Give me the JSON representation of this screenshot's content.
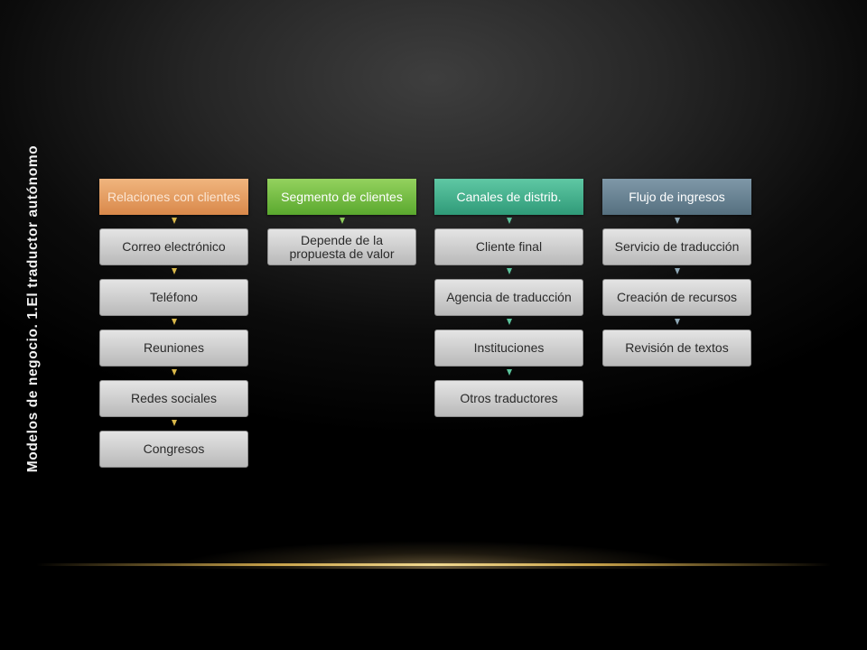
{
  "slide": {
    "title": "Modelos de negocio. 1.El traductor autónomo"
  },
  "columns": [
    {
      "header": "Relaciones con clientes",
      "color": "#e0925a",
      "items": [
        "Correo electrónico",
        "Teléfono",
        "Reuniones",
        "Redes sociales",
        "Congresos"
      ]
    },
    {
      "header": "Segmento de clientes",
      "color": "#6cb83a",
      "items": [
        "Depende de la propuesta de valor"
      ]
    },
    {
      "header": "Canales de distrib.",
      "color": "#3aa884",
      "items": [
        "Cliente final",
        "Agencia de traducción",
        "Instituciones",
        "Otros traductores"
      ]
    },
    {
      "header": "Flujo de ingresos",
      "color": "#617c8b",
      "items": [
        "Servicio de traducción",
        "Creación de recursos",
        "Revisión de textos"
      ]
    }
  ]
}
